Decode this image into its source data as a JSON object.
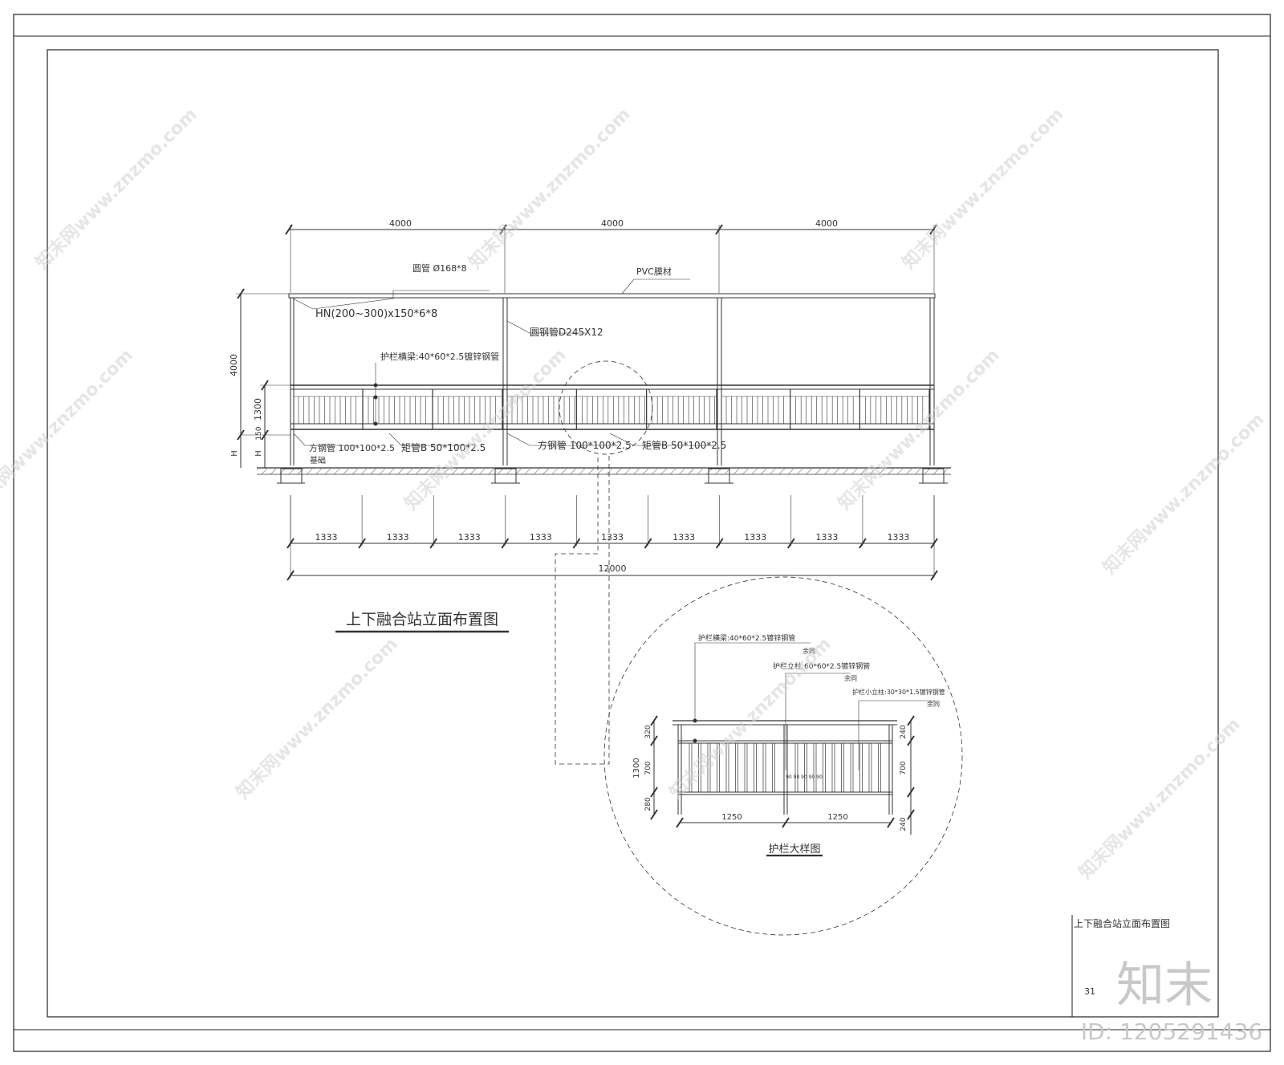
{
  "main": {
    "title": "上下融合站立面布置图",
    "top_dims": [
      "4000",
      "4000",
      "4000"
    ],
    "bottom_dims": [
      "1333",
      "1333",
      "1333",
      "1333",
      "1333",
      "1333",
      "1333",
      "1333",
      "1333"
    ],
    "total_dim": "12000",
    "height_dims": [
      "4000",
      "1300",
      "150",
      "H",
      "H"
    ],
    "callouts": {
      "round_pipe": "圆管 Ø168*8",
      "pvc": "PVC膜材",
      "hn": "HN(200~300)x150*6*8",
      "steel_pipe": "圆钢管D245X12",
      "rail_beam": "护栏横梁:40*60*2.5镀锌钢管",
      "sq_pipe_1": "方钢管 100*100*2.5",
      "rect_pipe_1": "矩管B 50*100*2.5",
      "sq_pipe_2": "方钢管 100*100*2.5",
      "rect_pipe_2": "矩管B 50*100*2.5",
      "foundation": "基础"
    }
  },
  "detail": {
    "title": "护栏大样图",
    "callout_1": "护栏横梁:40*60*2.5镀锌钢管",
    "callout_1b": "余同",
    "callout_2": "护栏立柱:60*60*2.5镀锌钢管",
    "callout_2b": "余同",
    "callout_3": "护栏小立柱:30*30*1.5镀锌钢管",
    "callout_3b": "余同",
    "left_dims": [
      "320",
      "700",
      "280"
    ],
    "left_total": "1300",
    "right_dims": [
      "240",
      "700",
      "240"
    ],
    "bottom_dims": [
      "1250",
      "1250"
    ],
    "spacing": "90 90 90 90 90"
  },
  "title_block": {
    "drawing_name": "上下融合站立面布置图",
    "page_number": "31"
  },
  "watermark": {
    "logo": "知末",
    "id_text": "ID: 1205291436",
    "pattern": "知末网www.znzmo.com"
  }
}
